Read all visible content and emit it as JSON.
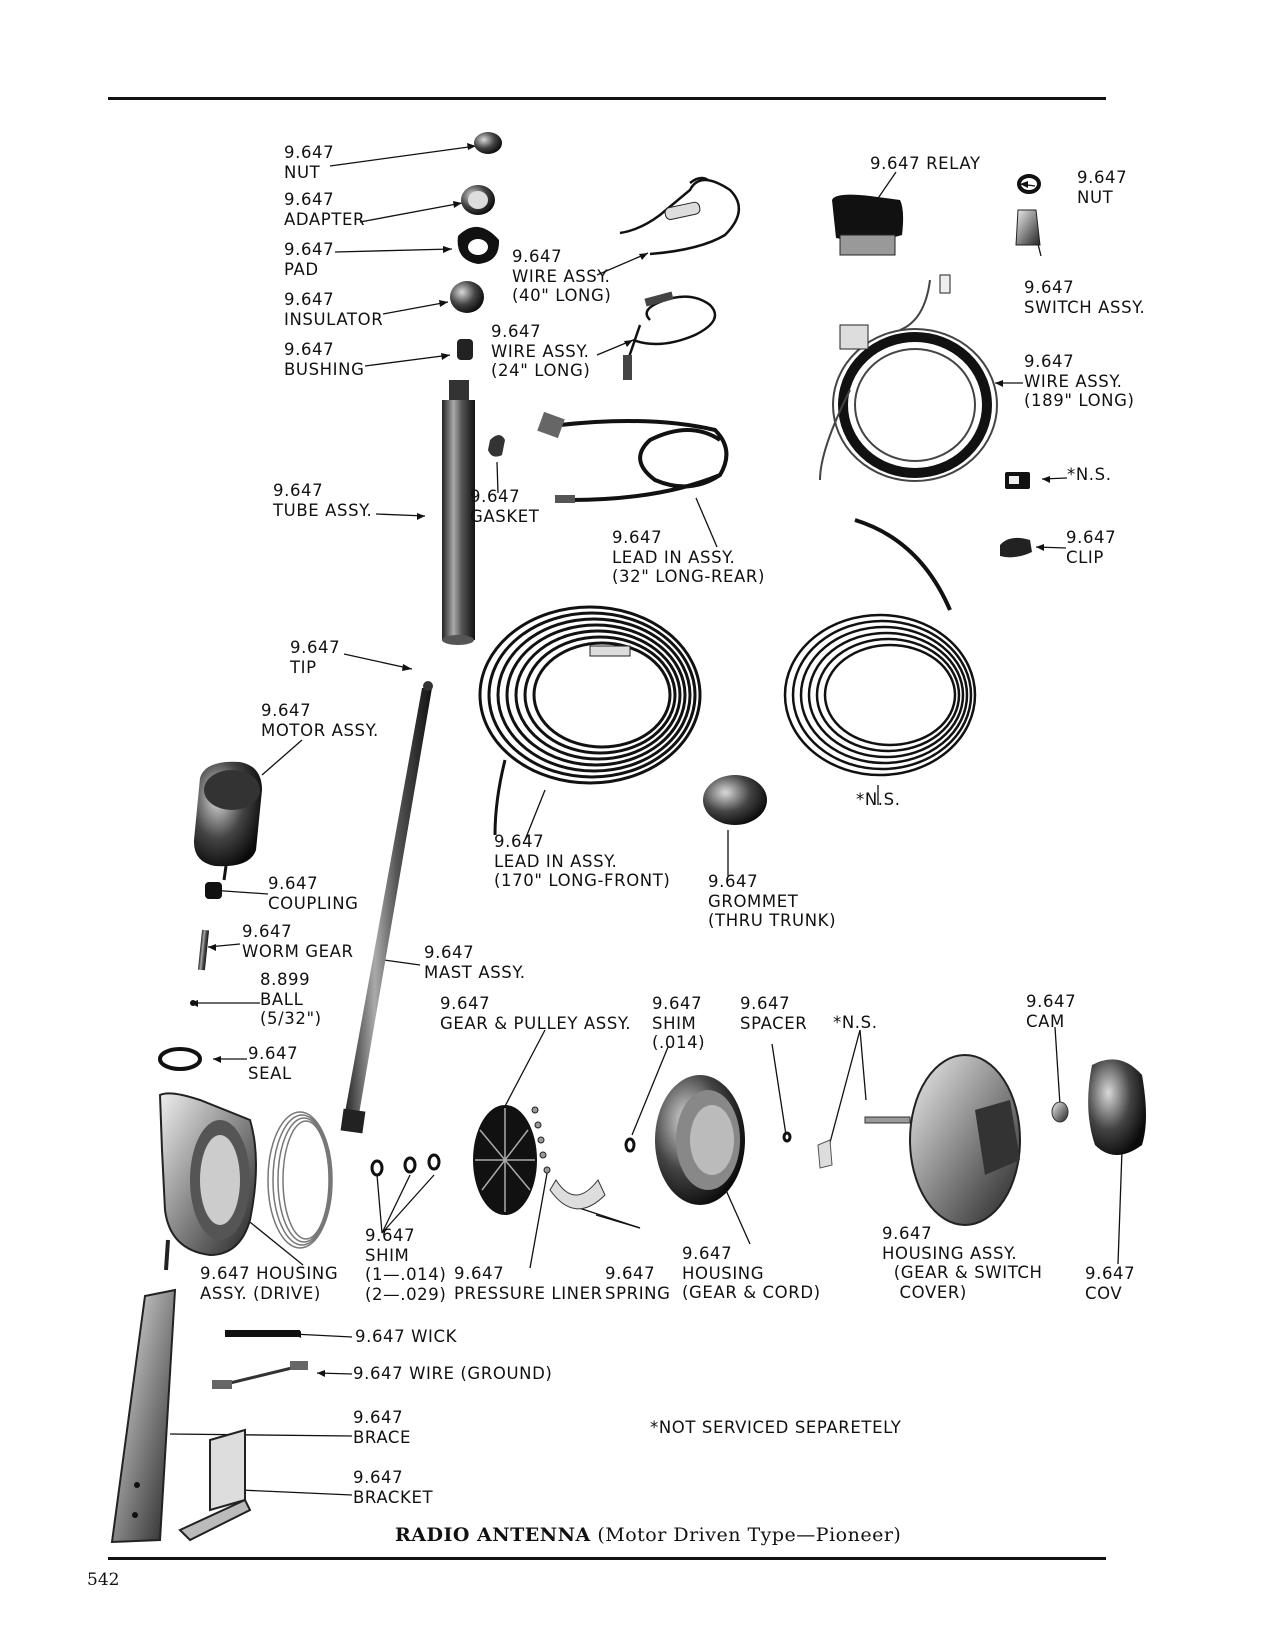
{
  "parts": {
    "nut": [
      "9.647",
      "NUT"
    ],
    "adapter": [
      "9.647",
      "ADAPTER"
    ],
    "pad": [
      "9.647",
      "PAD"
    ],
    "insulator": [
      "9.647",
      "INSULATOR"
    ],
    "bushing": [
      "9.647",
      "BUSHING"
    ],
    "wire_40": [
      "9.647",
      "WIRE ASSY.",
      "(40\" LONG)"
    ],
    "wire_24": [
      "9.647",
      "WIRE ASSY.",
      "(24\" LONG)"
    ],
    "relay": [
      "9.647 RELAY"
    ],
    "nut_right": [
      "9.647",
      "NUT"
    ],
    "switch": [
      "9.647",
      "SWITCH ASSY."
    ],
    "wire_189": [
      "9.647",
      "WIRE ASSY.",
      "(189\" LONG)"
    ],
    "ns_top": [
      "*N.S."
    ],
    "clip": [
      "9.647",
      "CLIP"
    ],
    "tube": [
      "9.647",
      "TUBE ASSY."
    ],
    "gasket": [
      "9.647",
      "GASKET"
    ],
    "lead_rear": [
      "9.647",
      "LEAD IN ASSY.",
      "(32\" LONG-REAR)"
    ],
    "tip": [
      "9.647",
      "TIP"
    ],
    "motor": [
      "9.647",
      "MOTOR ASSY."
    ],
    "ns_mid": [
      "*N.S."
    ],
    "lead_front": [
      "9.647",
      "LEAD IN ASSY.",
      "(170\" LONG-FRONT)"
    ],
    "grommet": [
      "9.647",
      "GROMMET",
      "(THRU TRUNK)"
    ],
    "coupling": [
      "9.647",
      "COUPLING"
    ],
    "worm_gear": [
      "9.647",
      "WORM GEAR"
    ],
    "mast": [
      "9.647",
      "MAST ASSY."
    ],
    "ball": [
      "8.899",
      "BALL",
      "(5/32\")"
    ],
    "gear_pulley": [
      "9.647",
      "GEAR & PULLEY ASSY."
    ],
    "shim_top": [
      "9.647",
      "SHIM",
      "(.014)"
    ],
    "spacer": [
      "9.647",
      "SPACER"
    ],
    "ns_low": [
      "*N.S."
    ],
    "cam": [
      "9.647",
      "CAM"
    ],
    "seal": [
      "9.647",
      "SEAL"
    ],
    "housing_drive": [
      "9.647 HOUSING",
      "ASSY. (DRIVE)"
    ],
    "shim_low": [
      "9.647",
      "SHIM",
      "(1—.014)",
      "(2—.029)"
    ],
    "pressure_liner": [
      "9.647",
      "PRESSURE LINER"
    ],
    "spring": [
      "9.647",
      "SPRING"
    ],
    "housing_gear": [
      "9.647",
      "HOUSING",
      "(GEAR & CORD)"
    ],
    "housing_switch": [
      "9.647",
      "HOUSING ASSY.",
      "  (GEAR & SWITCH",
      "   COVER)"
    ],
    "cover": [
      "9.647",
      "COV"
    ],
    "wick": [
      "9.647 WICK"
    ],
    "wire_ground": [
      "9.647 WIRE (GROUND)"
    ],
    "brace": [
      "9.647",
      "BRACE"
    ],
    "bracket": [
      "9.647",
      "BRACKET"
    ]
  },
  "note": "*NOT SERVICED SEPARETELY",
  "caption": {
    "main": "RADIO ANTENNA",
    "sub": "(Motor Driven Type—Pioneer)"
  },
  "page_number": "542"
}
